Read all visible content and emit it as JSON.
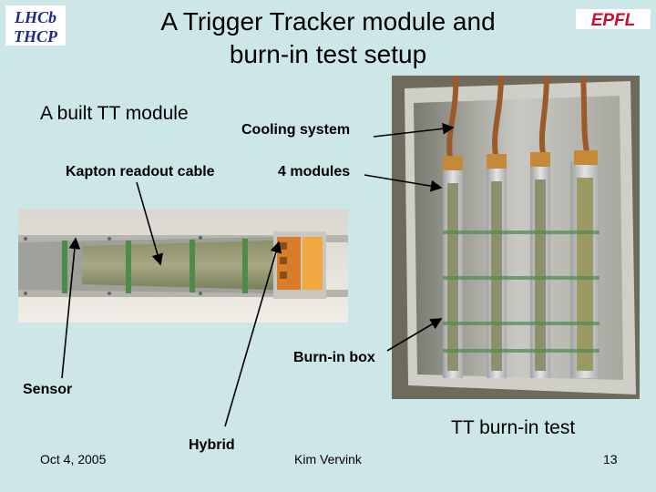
{
  "slide": {
    "title_line1": "A Trigger Tracker module and",
    "title_line2": "burn-in test setup",
    "built_label": "A built TT module",
    "cooling_label": "Cooling system",
    "kapton_label": "Kapton readout cable",
    "modules_label": "4 modules",
    "burnin_box_label": "Burn-in box",
    "sensor_label": "Sensor",
    "hybrid_label": "Hybrid",
    "caption": "TT burn-in test",
    "footer_date": "Oct 4, 2005",
    "footer_author": "Kim Vervink",
    "page_number": "13"
  },
  "logos": {
    "lhcb_top": "LHCb",
    "lhcb_bottom": "THCP",
    "epfl": "EPFL"
  },
  "colors": {
    "background": "#cde6e8",
    "lhcb_text": "#1c2a8a",
    "epfl_red": "#c8102e"
  }
}
